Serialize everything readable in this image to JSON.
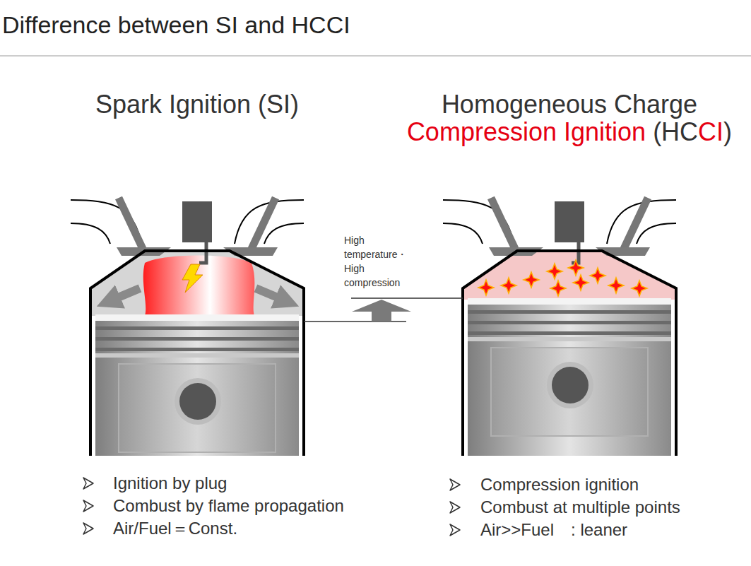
{
  "diagram": {
    "title": "Difference between SI and HCCI",
    "nodes": [
      {
        "text": [
          "Spark Ignition (SI)",
          "Ignition by plug",
          "Combust by flame propagation",
          "Air/Fuel＝Const."
        ]
      },
      {
        "text": [
          "Homogeneous Charge",
          "Compression Ignition",
          "(HC",
          "CI",
          ")",
          "Compression ignition",
          "Combust at multiple points",
          "Air>>Fuel　: leaner"
        ]
      }
    ],
    "edges": [
      {
        "from": 0,
        "to": 1,
        "label": "High temperature・ High compression",
        "arrow": "to"
      }
    ]
  }
}
